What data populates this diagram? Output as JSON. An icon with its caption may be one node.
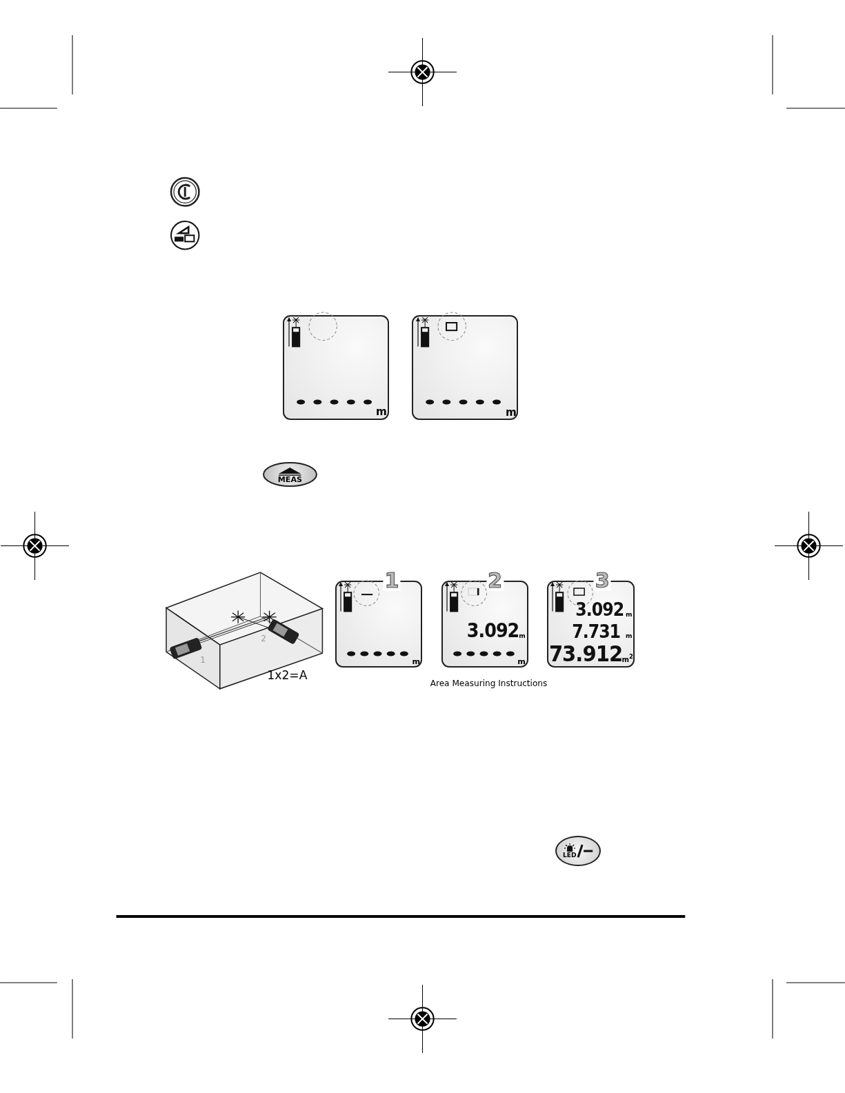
{
  "diagram": {
    "caption": "Area Measuring Instructions",
    "labels": [
      "m",
      "m",
      "MEAS",
      "1",
      "2",
      "1x2=A",
      "1",
      "m",
      "2",
      "3.092",
      "m",
      "m",
      "3",
      "3.092",
      "m",
      "7.731",
      "m",
      "73.912",
      "m$^{2}$",
      "LED"
    ]
  }
}
